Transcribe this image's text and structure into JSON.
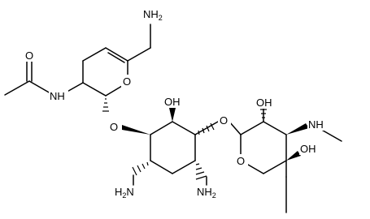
{
  "structure": {
    "background_color": "#ffffff",
    "bond_color": "#000000",
    "atom_labels": {
      "aminomethyl": {
        "element": "NH",
        "subscript": "2"
      },
      "acetamide_oxygen": {
        "element": "O"
      },
      "acetamide_nitrogen": {
        "element": "NH"
      },
      "dihydropyran_oxygen": {
        "element": "O"
      },
      "glycosidic_oxygen_left": {
        "element": "O"
      },
      "hydroxyl_center": {
        "element": "OH"
      },
      "glycosidic_oxygen_right": {
        "element": "O"
      },
      "hydroxyl_right_ring": {
        "element": "OH"
      },
      "methylamino_nitrogen": {
        "element": "NH"
      },
      "hydroxyl_quaternary": {
        "element": "OH"
      },
      "pyranose_oxygen": {
        "element": "O"
      },
      "amino_left": {
        "element": "H",
        "subscript": "2",
        "suffix": "N"
      },
      "amino_right": {
        "element": "NH",
        "subscript": "2"
      }
    }
  }
}
